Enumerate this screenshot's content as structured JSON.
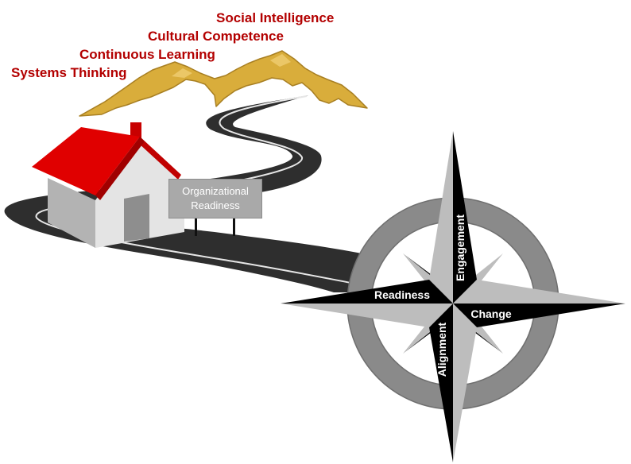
{
  "skills": [
    "Systems Thinking",
    "Continuous Learning",
    "Cultural Competence",
    "Social Intelligence"
  ],
  "sign": {
    "text": "Organizational\nReadiness"
  },
  "compass": {
    "labels": {
      "top": "Engagement",
      "left": "Readiness",
      "right": "Change",
      "bottom": "Alignment"
    }
  },
  "colors": {
    "skill_text": "#b30000",
    "mountains": "#d9ad3b",
    "road": "#2e2e2e",
    "roof": "#e00000",
    "house_wall": "#d9d9d9",
    "sign": "#a9a9a9",
    "compass_ring": "#8a8a8a",
    "compass_dark": "#000000",
    "compass_light": "#bdbdbd"
  }
}
